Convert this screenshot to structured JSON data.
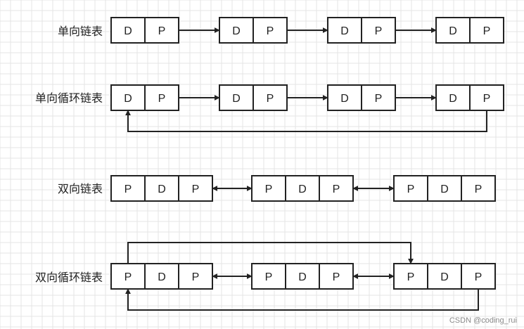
{
  "diagram": {
    "rows": [
      {
        "label": "单向链表",
        "nodes": [
          [
            "D",
            "P"
          ],
          [
            "D",
            "P"
          ],
          [
            "D",
            "P"
          ],
          [
            "D",
            "P"
          ]
        ],
        "link": "single",
        "loop": "none"
      },
      {
        "label": "单向循环链表",
        "nodes": [
          [
            "D",
            "P"
          ],
          [
            "D",
            "P"
          ],
          [
            "D",
            "P"
          ],
          [
            "D",
            "P"
          ]
        ],
        "link": "single",
        "loop": "single-back"
      },
      {
        "label": "双向链表",
        "nodes": [
          [
            "P",
            "D",
            "P"
          ],
          [
            "P",
            "D",
            "P"
          ],
          [
            "P",
            "D",
            "P"
          ]
        ],
        "link": "double",
        "loop": "none"
      },
      {
        "label": "双向循环链表",
        "nodes": [
          [
            "P",
            "D",
            "P"
          ],
          [
            "P",
            "D",
            "P"
          ],
          [
            "P",
            "D",
            "P"
          ]
        ],
        "link": "double",
        "loop": "double"
      }
    ]
  },
  "watermark": "CSDN @coding_rui",
  "colors": {
    "line": "#222222",
    "grid": "#e4e4e4",
    "background": "#ffffff"
  }
}
